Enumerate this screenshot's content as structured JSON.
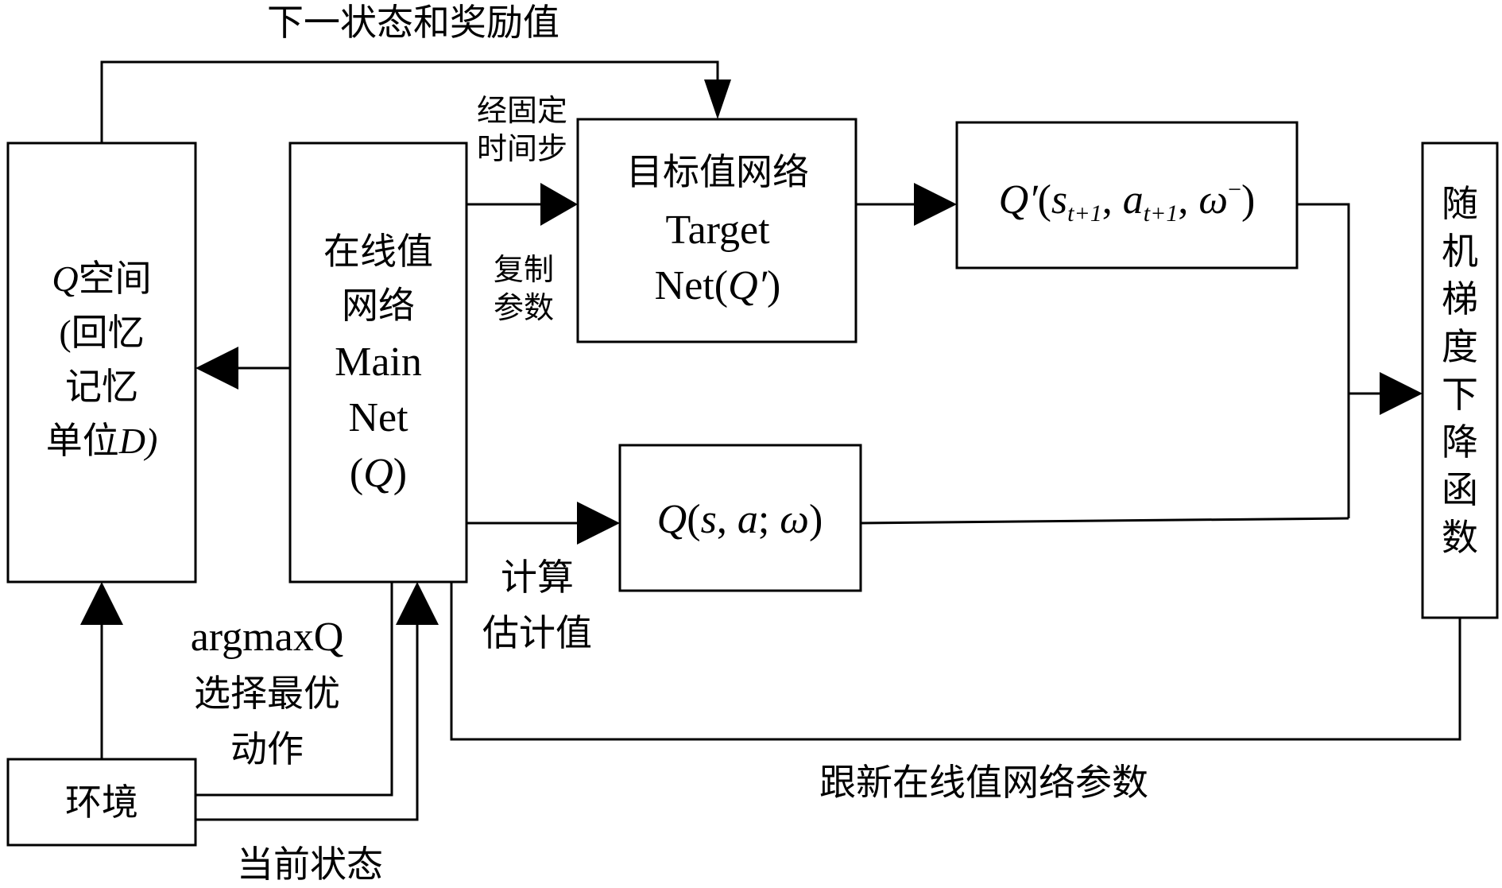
{
  "boxes": {
    "q_space": {
      "label": "Q",
      "lines": [
        "空间",
        "(回忆",
        "记忆",
        "单位",
        "D)"
      ]
    },
    "main_net": {
      "lines": [
        "在线值",
        "网络",
        "Main",
        "Net",
        "(",
        "Q",
        ")"
      ]
    },
    "target_net": {
      "lines": [
        "目标值网络",
        "Target",
        "Net(",
        "Q′",
        ")"
      ]
    },
    "q_prime": {
      "q": "Q′",
      "open": "(",
      "s": "s",
      "s_sub": "t+1",
      "comma1": ", ",
      "a": "a",
      "a_sub": "t+1",
      "comma2": ", ",
      "w": "ω",
      "w_sup": "−",
      "close": ")"
    },
    "q_est": {
      "q": "Q",
      "open": "(",
      "s": "s",
      "comma1": ", ",
      "a": "a",
      "semi": "; ",
      "w": "ω",
      "close": ")"
    },
    "sgd": {
      "chars": [
        "随",
        "机",
        "梯",
        "度",
        "下",
        "降",
        "函",
        "数"
      ]
    },
    "env": {
      "label": "环境"
    }
  },
  "labels": {
    "next_state_reward": "下一状态和奖励值",
    "fixed_step_1": "经固定",
    "fixed_step_2": "时间步",
    "copy_params_1": "复制",
    "copy_params_2": "参数",
    "compute_est_1": "计算",
    "compute_est_2": "估计值",
    "argmax_1": "argmaxQ",
    "argmax_2": "选择最优",
    "argmax_3": "动作",
    "update_params": "跟新在线值网络参数",
    "current_state": "当前状态"
  }
}
